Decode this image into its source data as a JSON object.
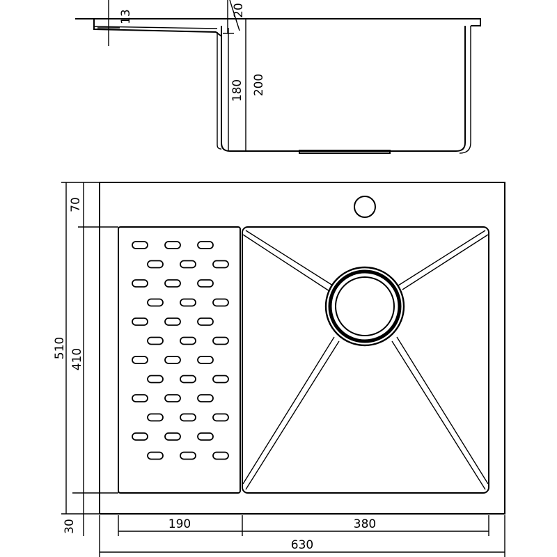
{
  "drawing": {
    "side_view": {
      "dims": {
        "flange_thickness": "13",
        "rim": "20",
        "inner_depth": "180",
        "total_depth": "200"
      }
    },
    "top_view": {
      "dims": {
        "overall_depth": "510",
        "back_margin": "70",
        "bowl_depth": "410",
        "front_margin": "30",
        "drainboard_width": "190",
        "bowl_width": "380",
        "overall_width": "630"
      },
      "drainboard_slot_rows": 12,
      "drainboard_slots_per_row": 3
    }
  }
}
